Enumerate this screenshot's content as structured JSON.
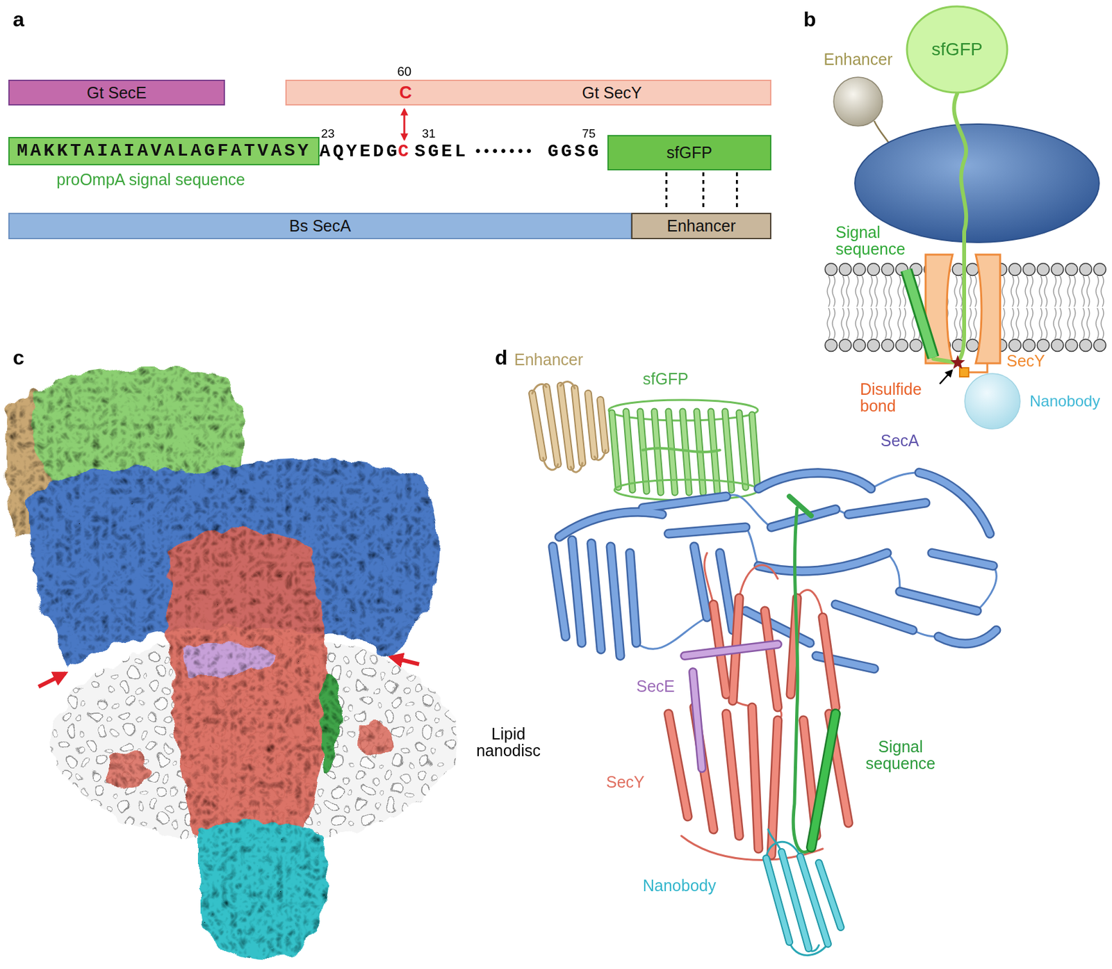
{
  "diagram": {
    "nodes": [
      {
        "text": [
          "Gt SecE"
        ]
      },
      {
        "text": [
          "Gt SecY",
          "C"
        ]
      },
      {
        "text": [
          "MAKKTAIAIAVALAGFATVASY",
          "proOmpA signal sequence"
        ]
      },
      {
        "text": [
          "sfGFP"
        ]
      },
      {
        "text": [
          "Bs SecA"
        ]
      },
      {
        "text": [
          "Enhancer"
        ]
      },
      {
        "text": [
          "Enhancer"
        ]
      },
      {
        "text": [
          "sfGFP"
        ]
      },
      {
        "text": [
          "Nanobody"
        ]
      }
    ],
    "edges": [
      {
        "from": 3,
        "to": 5,
        "arrow": "none"
      },
      {
        "from": 3,
        "to": 5,
        "arrow": "none"
      },
      {
        "from": 3,
        "to": 5,
        "arrow": "none"
      }
    ],
    "labels": [
      "a",
      "60",
      "23",
      "AQYEDG",
      "C",
      "31",
      "SGEL",
      "•••••••",
      "GGSG",
      "75",
      "b",
      "Signal sequence",
      "Disulfide bond",
      "SecY",
      "c",
      "Lipid nanodisc",
      "d",
      "Enhancer",
      "sfGFP",
      "SecA",
      "SecE",
      "SecY",
      "Signal sequence",
      "Nanobody"
    ]
  }
}
